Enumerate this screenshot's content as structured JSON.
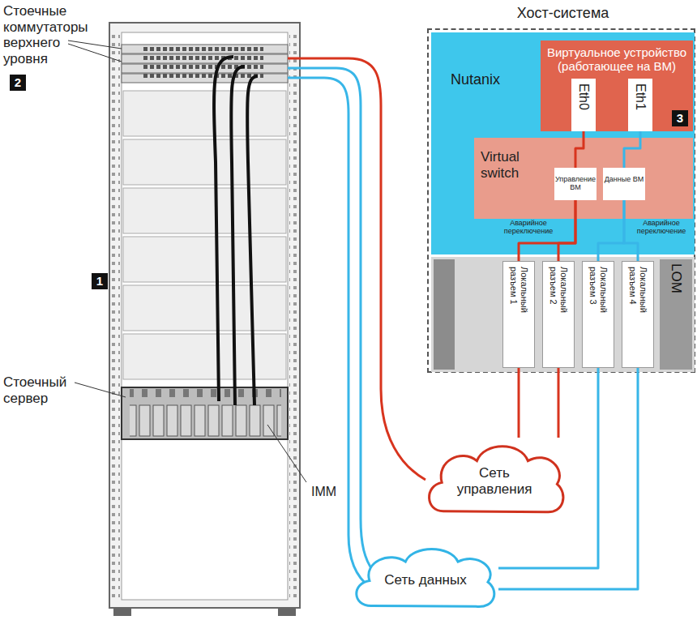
{
  "diagram": {
    "nodes": [
      {
        "text": [
          "Хост-система"
        ]
      },
      {
        "text": [
          "Nutanix"
        ],
        "in": 0
      },
      {
        "text": [
          "Виртуальное устройство (работающее на ВМ)"
        ],
        "in": 1
      },
      {
        "text": [
          "Eth0"
        ],
        "in": 2
      },
      {
        "text": [
          "Eth1"
        ],
        "in": 2
      },
      {
        "text": [
          "Virtual switch"
        ],
        "in": 1
      },
      {
        "text": [
          "Управление ВМ"
        ],
        "in": 5
      },
      {
        "text": [
          "Данные ВМ"
        ],
        "in": 5
      },
      {
        "text": [
          "LOM"
        ],
        "in": 0
      },
      {
        "text": [
          "Локальный разъем 1"
        ],
        "in": 8
      },
      {
        "text": [
          "Локальный разъем 2"
        ],
        "in": 8
      },
      {
        "text": [
          "Локальный разъем 3"
        ],
        "in": 8
      },
      {
        "text": [
          "Локальный разъем 4"
        ],
        "in": 8
      },
      {
        "text": [
          "Сеть управления"
        ]
      },
      {
        "text": [
          "Сеть данных"
        ]
      }
    ],
    "edges": [
      {
        "from": 3,
        "to": 6,
        "arrow": "none"
      },
      {
        "from": 4,
        "to": 7,
        "arrow": "none"
      },
      {
        "from": 6,
        "to": 9,
        "arrow": "none"
      },
      {
        "from": 6,
        "to": 10,
        "arrow": "none"
      },
      {
        "from": 7,
        "to": 11,
        "arrow": "none"
      },
      {
        "from": 7,
        "to": 12,
        "arrow": "none"
      },
      {
        "from": 9,
        "to": 13,
        "arrow": "none"
      },
      {
        "from": 10,
        "to": 13,
        "arrow": "none"
      },
      {
        "from": 11,
        "to": 14,
        "arrow": "none"
      },
      {
        "from": 12,
        "to": 14,
        "arrow": "none"
      }
    ],
    "labels": [
      "Стоечные коммутаторы верхнего уровня",
      "2",
      "1",
      "Стоечный сервер",
      "IMM",
      "3",
      "Аварийное переключение",
      "Аварийное переключение"
    ]
  }
}
